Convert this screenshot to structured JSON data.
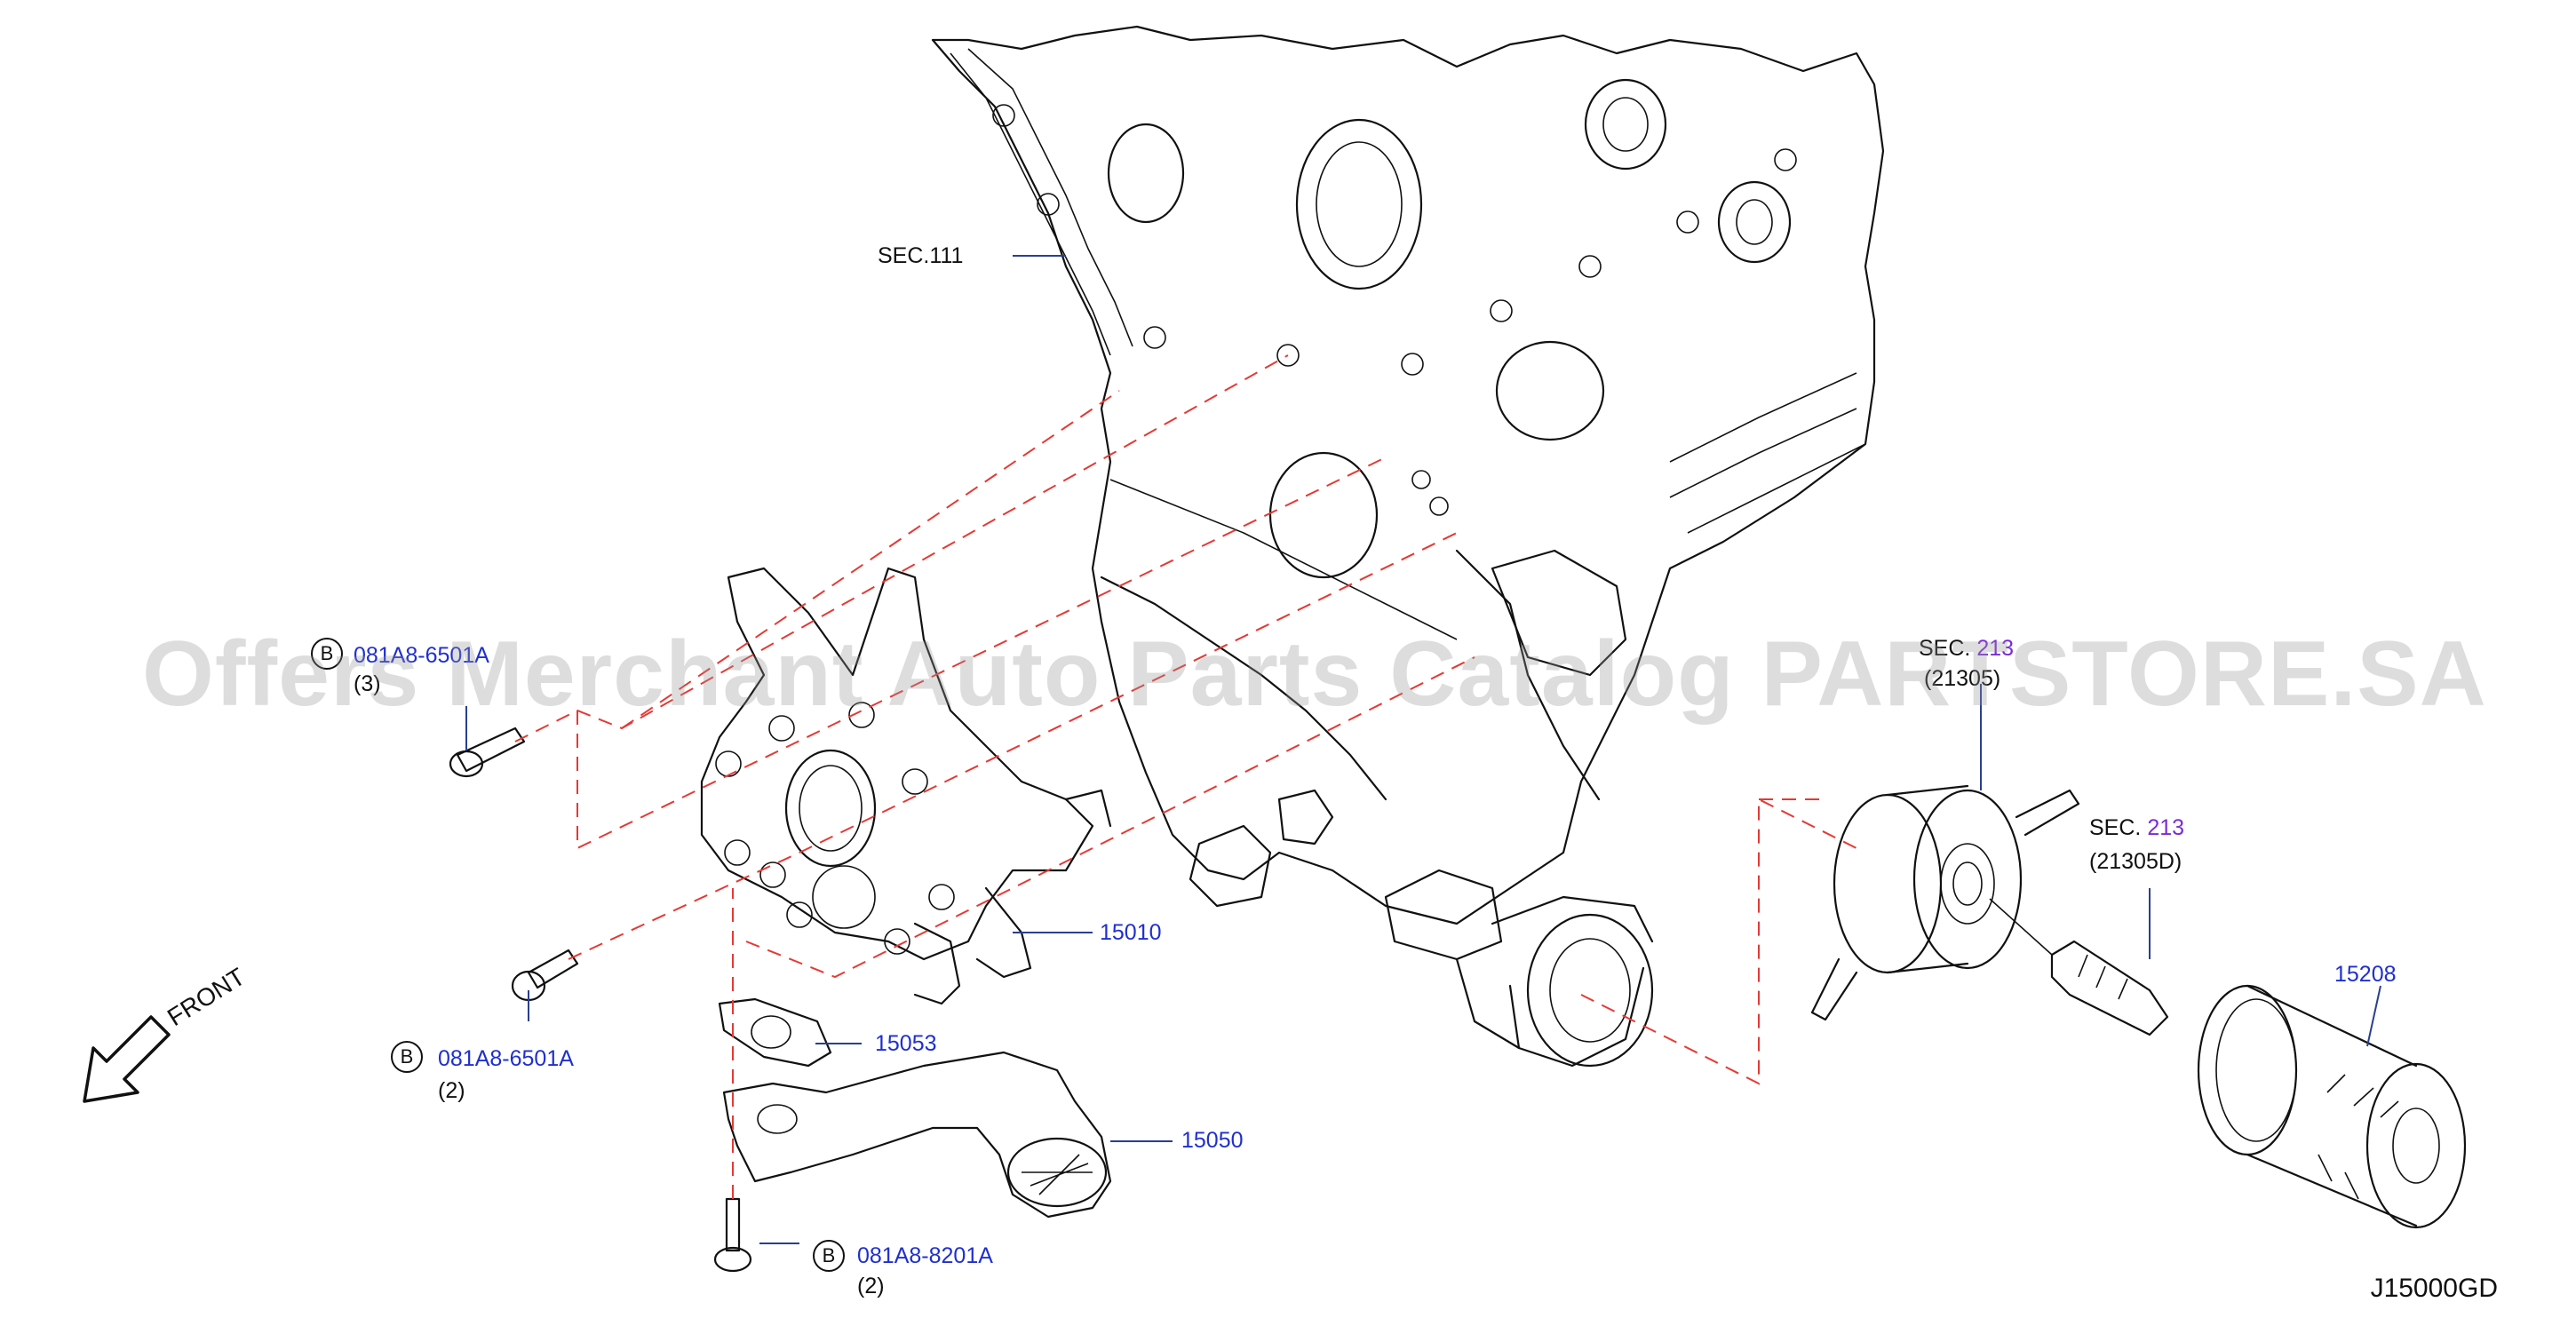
{
  "watermark": "Offers Merchant Auto Parts Catalog PARTSTORE.SA",
  "diagram_code": "J15000GD",
  "front_label": "FRONT",
  "sections": {
    "sec111": "SEC.111",
    "sec213_cooler_prefix": "SEC.",
    "sec213_cooler_num": "213",
    "sec213_cooler_code": "(21305)",
    "sec213_connector_prefix": "SEC.",
    "sec213_connector_num": "213",
    "sec213_connector_code": "(21305D)"
  },
  "parts": {
    "oil_pump": "15010",
    "gasket": "15053",
    "strainer": "15050",
    "oil_filter": "15208"
  },
  "bolts": [
    {
      "marker": "B",
      "part": "081A8-6501A",
      "qty": "(3)"
    },
    {
      "marker": "B",
      "part": "081A8-6501A",
      "qty": "(2)"
    },
    {
      "marker": "B",
      "part": "081A8-8201A",
      "qty": "(2)"
    }
  ]
}
